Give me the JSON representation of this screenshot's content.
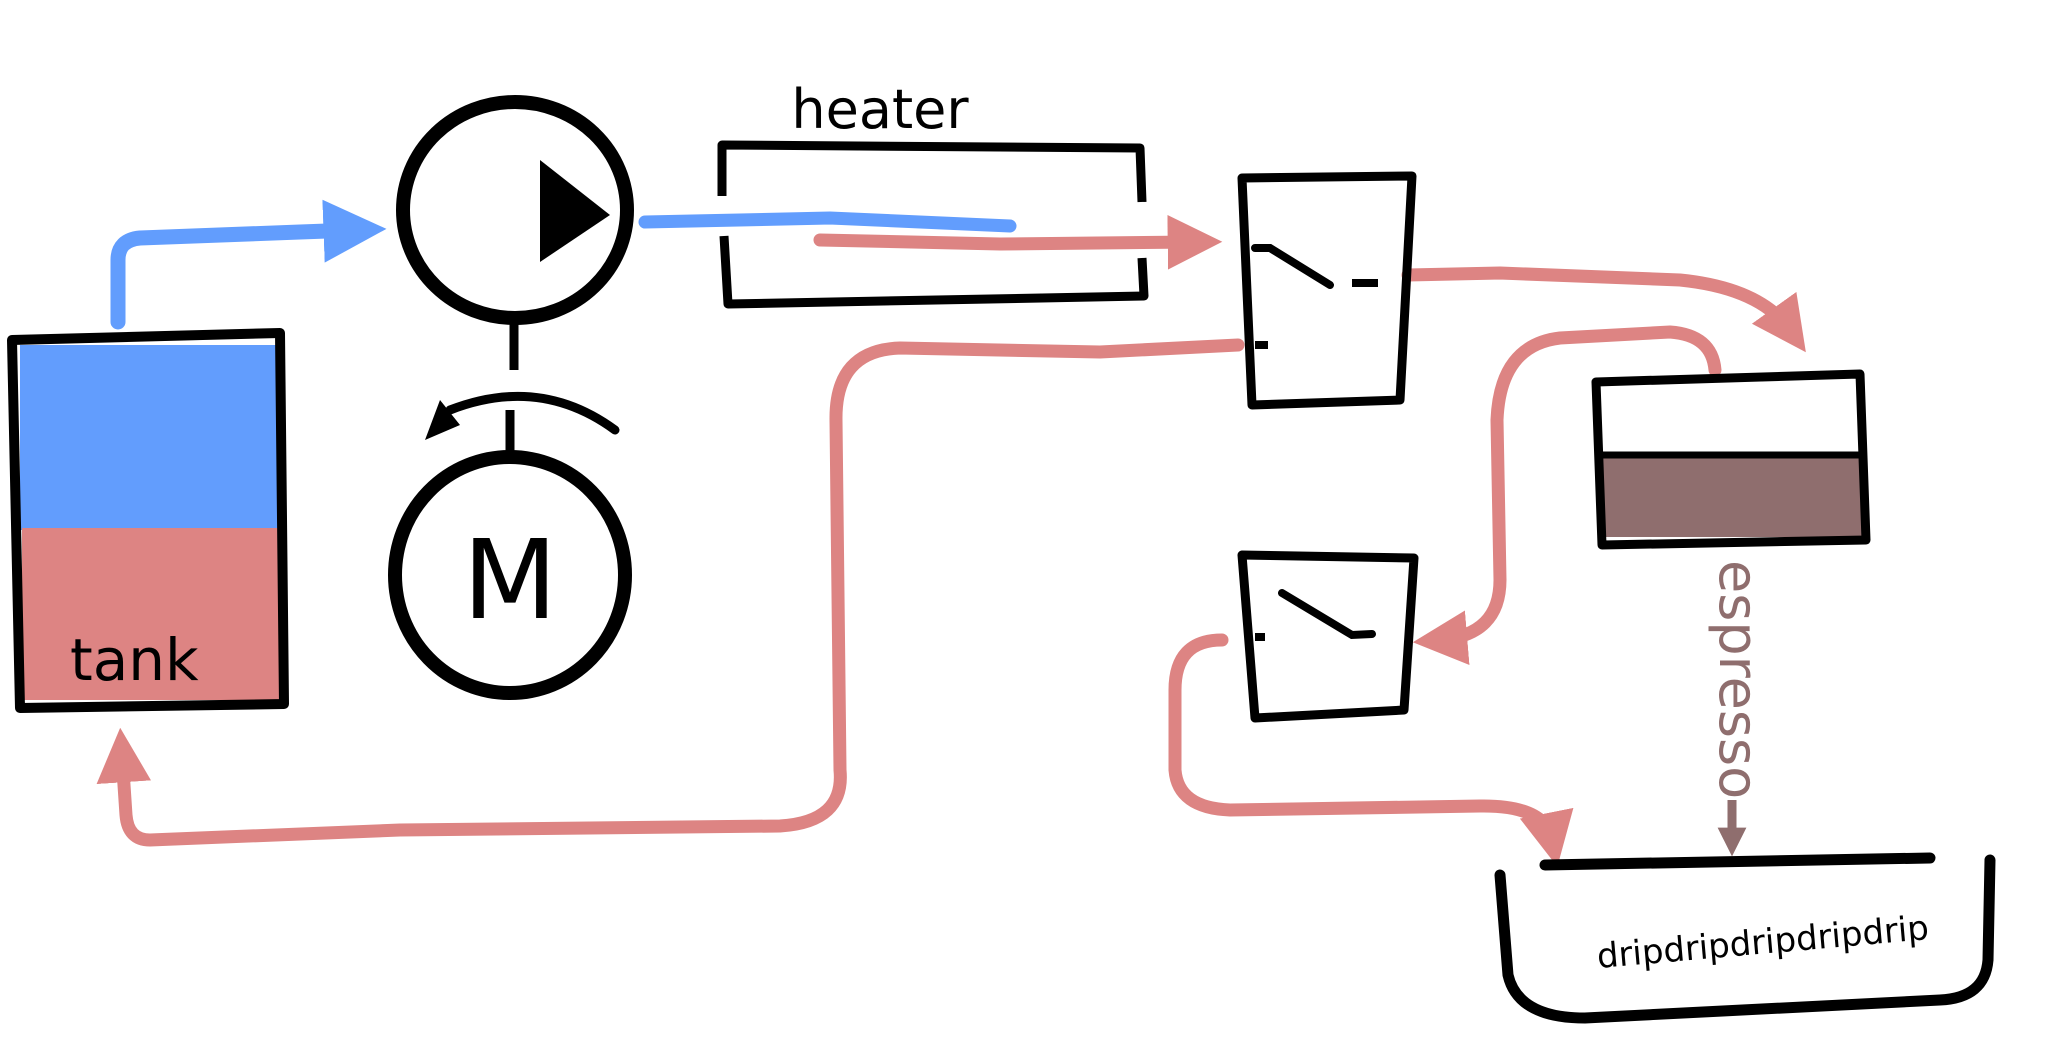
{
  "colors": {
    "cold": "#629dfd",
    "hot": "#dd8483",
    "espresso": "#8f6e6e",
    "ink": "#000000"
  },
  "labels": {
    "tank": "tank",
    "heater": "heater",
    "motor": "M",
    "espresso": "espresso",
    "drip": "dripdripdripdripdrip"
  },
  "components": [
    {
      "name": "tank",
      "kind": "water-reservoir"
    },
    {
      "name": "pump",
      "kind": "pump"
    },
    {
      "name": "motor",
      "kind": "motor"
    },
    {
      "name": "heater",
      "kind": "heater"
    },
    {
      "name": "valve-1",
      "kind": "three-way-valve"
    },
    {
      "name": "valve-2",
      "kind": "three-way-valve"
    },
    {
      "name": "portafilter",
      "kind": "coffee-puck"
    },
    {
      "name": "drip-tray",
      "kind": "tray"
    }
  ],
  "flows": [
    {
      "from": "tank",
      "to": "pump",
      "medium": "cold"
    },
    {
      "from": "pump",
      "to": "heater",
      "medium": "cold"
    },
    {
      "from": "heater",
      "to": "valve-1",
      "medium": "hot"
    },
    {
      "from": "valve-1",
      "to": "portafilter",
      "medium": "hot"
    },
    {
      "from": "valve-1",
      "to": "tank",
      "medium": "hot"
    },
    {
      "from": "portafilter",
      "to": "valve-2",
      "medium": "hot"
    },
    {
      "from": "valve-2",
      "to": "drip-tray",
      "medium": "hot"
    },
    {
      "from": "portafilter",
      "to": "drip-tray",
      "medium": "espresso"
    }
  ]
}
